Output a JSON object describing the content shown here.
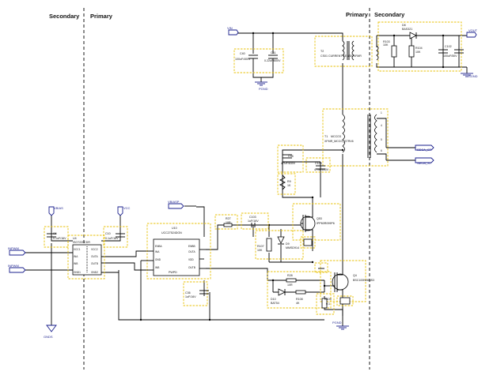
{
  "domains": {
    "left_secondary": "Secondary",
    "left_primary": "Primary",
    "right_primary": "Primary",
    "right_secondary": "Secondary"
  },
  "nets": {
    "vbias_left": "VBIAS",
    "vcc_left": "VCC",
    "inp_left": "INPWM",
    "inn_left": "INPWM",
    "gnd_left": "GNDS",
    "vbias_drv": "VBIASP",
    "vin_top": "VIN",
    "pgnd_top": "PGND",
    "vout_top": "VOUT",
    "sgnd_top": "SGND",
    "sec_a": "SECA_ST",
    "sec_b": "SECB_ST",
    "pgnd_bottom": "PGND"
  },
  "components": {
    "c_in1": {
      "ref": "C40",
      "value": "100uF/400V"
    },
    "c_in2": {
      "ref": "C41",
      "value": "0.22uF/600V"
    },
    "ct": {
      "ref": "T2",
      "value": "CS01 CURRENT SENSE XFMR"
    },
    "d_out": {
      "ref": "D8",
      "value": "BAS321"
    },
    "r_out1": {
      "ref": "R103",
      "value": "10K"
    },
    "r_out2": {
      "ref": "R104",
      "value": "10K"
    },
    "c_out": {
      "ref": "C102",
      "value": "100uF/50V"
    },
    "xfmr": {
      "ref": "T1",
      "value": "XFMR_MCCO_STRV6",
      "extra": "MCCO3"
    },
    "c_snub1": {
      "ref": "C98",
      "value": "47NF/630V"
    },
    "c_snub2": {
      "ref": "C100",
      "value": "47NF/630V"
    },
    "r_snub": {
      "ref": "R9",
      "value": "1K"
    },
    "q_upper": {
      "ref": "Q53",
      "value": "IPP60R099P6"
    },
    "r_gate1": {
      "ref": "R27",
      "value": "10R"
    },
    "c_gate1": {
      "ref": "C103",
      "value": "1uF/16V"
    },
    "r_gate2": {
      "ref": "R107",
      "value": "10K"
    },
    "d_gate": {
      "ref": "D9",
      "value": "MMSD914"
    },
    "q_lower": {
      "ref": "Q4",
      "value": "BSC100N06NS3"
    },
    "r_low1": {
      "ref": "R28",
      "value": "10R"
    },
    "d_low": {
      "ref": "D10",
      "value": "BAT54"
    },
    "r_low2": {
      "ref": "R108",
      "value": "4K"
    },
    "r_sense": {
      "ref": "R109",
      "value": "0.1"
    },
    "c_iso1": {
      "ref": "C6",
      "value": "0.1uF/16V"
    },
    "c_iso2": {
      "ref": "C10",
      "value": "0.1uF/16V"
    },
    "iso": {
      "ref": "U4",
      "value": "ISO7220CDR"
    },
    "drv": {
      "ref": "U10",
      "value": "UCC27524DGN",
      "extra": "PWPD"
    },
    "c_drv": {
      "ref": "C36",
      "value": "1uF/16V"
    }
  },
  "pins": {
    "iso_left": [
      "VCC1",
      "INA",
      "INB",
      "GND1"
    ],
    "iso_right": [
      "VCC2",
      "OUTA",
      "OUTB",
      "GND2"
    ],
    "drv_left": [
      "ENBA",
      "INA",
      "GND",
      "INB"
    ],
    "drv_right": [
      "ENBB",
      "OUTA",
      "VDD",
      "OUTB"
    ]
  }
}
